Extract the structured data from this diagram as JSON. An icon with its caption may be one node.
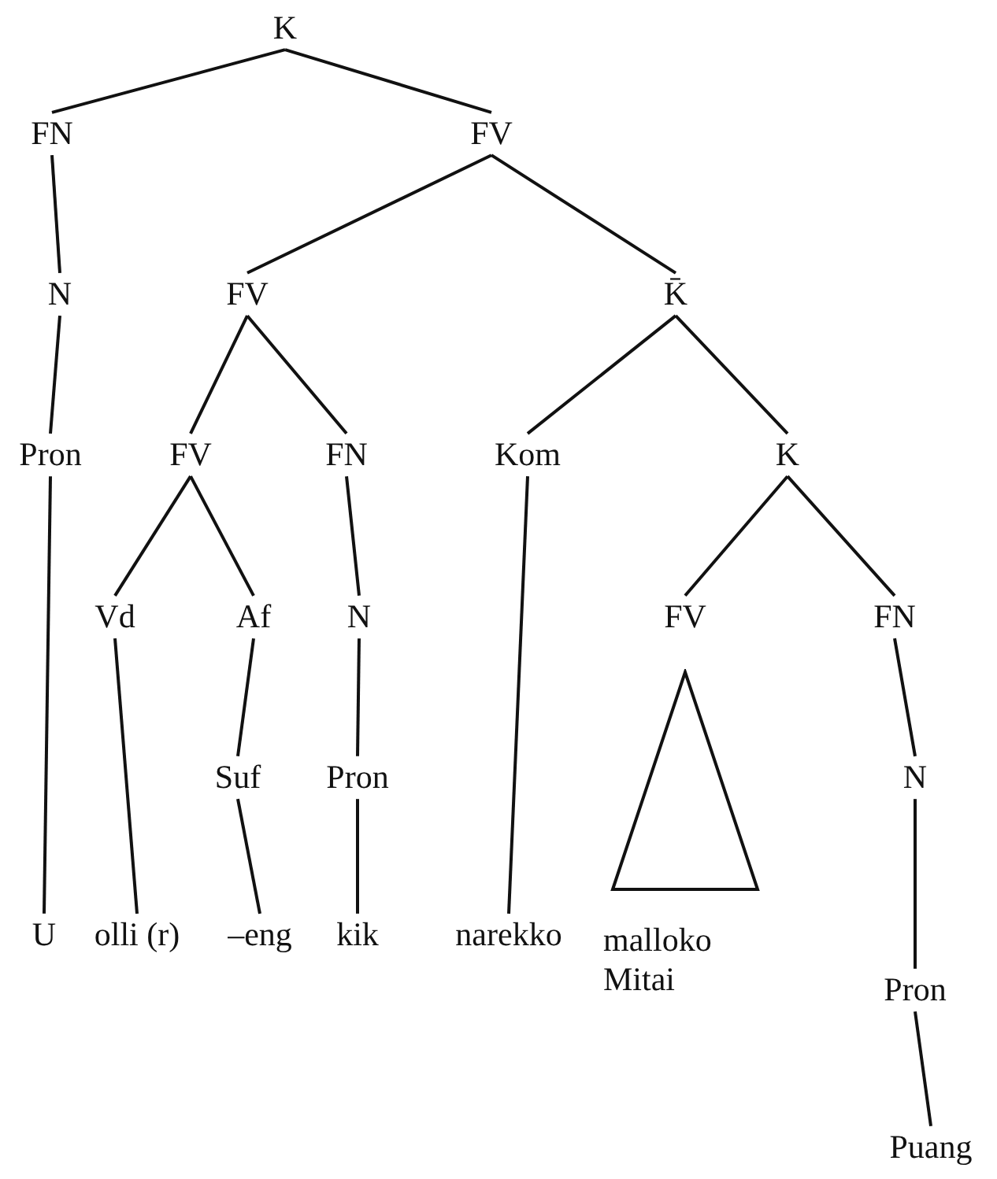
{
  "diagram": {
    "nodes": [
      {
        "text": [
          "K"
        ]
      },
      {
        "text": [
          "FN"
        ]
      },
      {
        "text": [
          "FV"
        ]
      },
      {
        "text": [
          "N"
        ]
      },
      {
        "text": [
          "FV"
        ]
      },
      {
        "text": [
          "K̄"
        ]
      },
      {
        "text": [
          "Pron"
        ]
      },
      {
        "text": [
          "FV"
        ]
      },
      {
        "text": [
          "FN"
        ]
      },
      {
        "text": [
          "Kom"
        ]
      },
      {
        "text": [
          "K"
        ]
      },
      {
        "text": [
          "Vd"
        ]
      },
      {
        "text": [
          "Af"
        ]
      },
      {
        "text": [
          "N"
        ]
      },
      {
        "text": [
          "FV"
        ]
      },
      {
        "text": [
          "FN"
        ]
      },
      {
        "text": [
          "Suf"
        ]
      },
      {
        "text": [
          "Pron"
        ]
      },
      {
        "text": [
          "N"
        ]
      },
      {
        "text": [],
        "shape": "triangle"
      },
      {
        "text": [
          "U"
        ]
      },
      {
        "text": [
          "olli (r)"
        ]
      },
      {
        "text": [
          "–eng"
        ]
      },
      {
        "text": [
          "kik"
        ]
      },
      {
        "text": [
          "narekko"
        ]
      },
      {
        "text": [
          "malloko Mitai"
        ]
      },
      {
        "text": [
          "Pron"
        ]
      },
      {
        "text": [
          "Puang"
        ]
      }
    ],
    "edges": [
      {
        "from": 0,
        "to": 1,
        "arrow": "none"
      },
      {
        "from": 0,
        "to": 2,
        "arrow": "none"
      },
      {
        "from": 1,
        "to": 3,
        "arrow": "none"
      },
      {
        "from": 2,
        "to": 4,
        "arrow": "none"
      },
      {
        "from": 2,
        "to": 5,
        "arrow": "none"
      },
      {
        "from": 3,
        "to": 6,
        "arrow": "none"
      },
      {
        "from": 4,
        "to": 7,
        "arrow": "none"
      },
      {
        "from": 4,
        "to": 8,
        "arrow": "none"
      },
      {
        "from": 5,
        "to": 9,
        "arrow": "none"
      },
      {
        "from": 5,
        "to": 10,
        "arrow": "none"
      },
      {
        "from": 6,
        "to": 20,
        "arrow": "none"
      },
      {
        "from": 7,
        "to": 11,
        "arrow": "none"
      },
      {
        "from": 7,
        "to": 12,
        "arrow": "none"
      },
      {
        "from": 8,
        "to": 13,
        "arrow": "none"
      },
      {
        "from": 9,
        "to": 24,
        "arrow": "none"
      },
      {
        "from": 10,
        "to": 14,
        "arrow": "none"
      },
      {
        "from": 10,
        "to": 15,
        "arrow": "none"
      },
      {
        "from": 11,
        "to": 21,
        "arrow": "none"
      },
      {
        "from": 12,
        "to": 16,
        "arrow": "none"
      },
      {
        "from": 13,
        "to": 17,
        "arrow": "none"
      },
      {
        "from": 16,
        "to": 22,
        "arrow": "none"
      },
      {
        "from": 17,
        "to": 23,
        "arrow": "none"
      },
      {
        "from": 15,
        "to": 18,
        "arrow": "none"
      },
      {
        "from": 18,
        "to": 26,
        "arrow": "none"
      },
      {
        "from": 26,
        "to": 27,
        "arrow": "none"
      }
    ]
  }
}
